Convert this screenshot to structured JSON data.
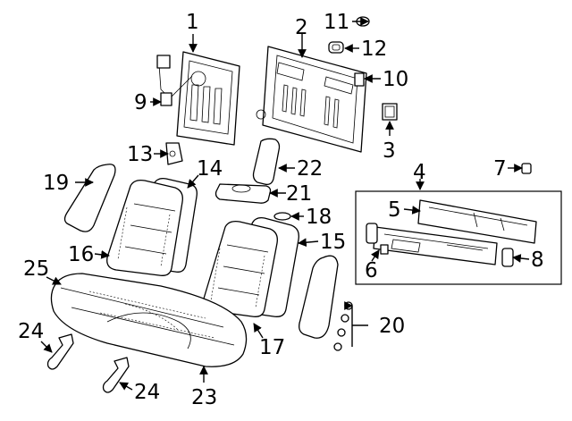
{
  "callouts": {
    "c1": "1",
    "c2": "2",
    "c3": "3",
    "c4": "4",
    "c5": "5",
    "c6": "6",
    "c7": "7",
    "c8": "8",
    "c9": "9",
    "c10": "10",
    "c11": "11",
    "c12": "12",
    "c13": "13",
    "c14": "14",
    "c15": "15",
    "c16": "16",
    "c17": "17",
    "c18": "18",
    "c19": "19",
    "c20": "20",
    "c21": "21",
    "c22": "22",
    "c23": "23",
    "c24a": "24",
    "c24b": "24",
    "c25": "25"
  }
}
